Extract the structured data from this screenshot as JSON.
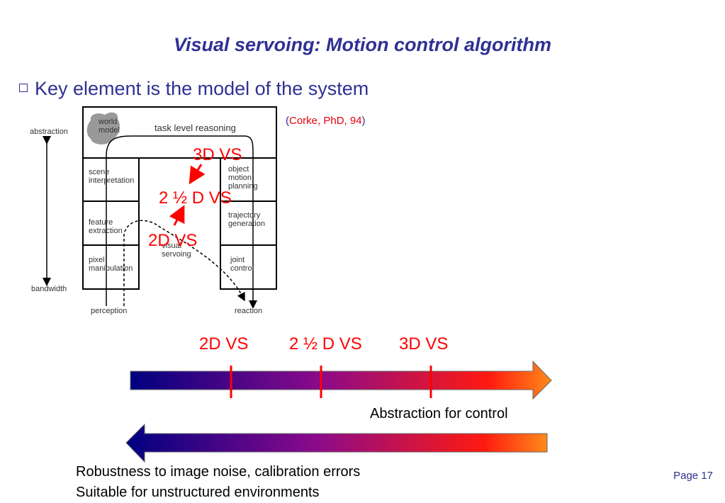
{
  "title": "Visual servoing: Motion control algorithm",
  "bullet": "Key element is the model of the system",
  "citation": {
    "open": "(",
    "text": "Corke, PhD, 94",
    "close": ")"
  },
  "diagram": {
    "abstraction": "abstraction",
    "bandwidth": "bandwidth",
    "world_model": "world model",
    "task_level": "task level reasoning",
    "scene_interp": "scene interpretation",
    "object_motion": "object motion planning",
    "feature_extraction": "feature extraction",
    "trajectory": "trajectory generation",
    "pixel_manip": "pixel manipulation",
    "visual_servoing": "visual servoing",
    "joint_control": "joint control",
    "perception": "perception",
    "reaction": "reaction"
  },
  "overlay": {
    "vs3d": "3D VS",
    "vs25d": "2 ½ D VS",
    "vs2d": "2D VS"
  },
  "scale": {
    "labels": [
      "2D VS",
      "2 ½ D VS",
      "3D VS"
    ],
    "top_caption": "Abstraction for control",
    "bottom_lines": [
      "Robustness to image noise, calibration errors",
      "Suitable for unstructured environments"
    ]
  },
  "colors": {
    "title": "#2e3192",
    "accent": "#ff0000",
    "gradient_start": "#000080",
    "gradient_mid": "#8b0a8b",
    "gradient_end": "#ff2200"
  },
  "page": "Page 17"
}
